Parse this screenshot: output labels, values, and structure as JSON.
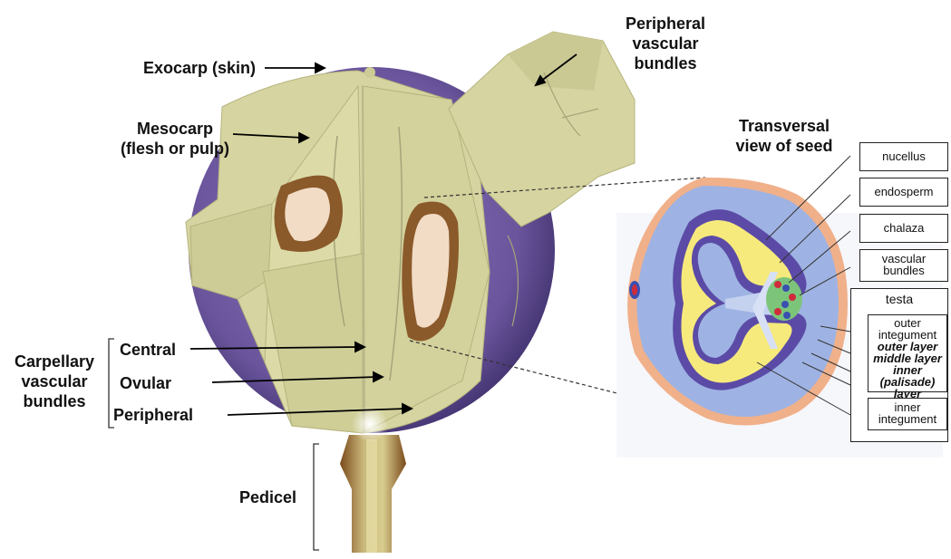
{
  "labels": {
    "exocarp": "Exocarp (skin)",
    "mesocarp_1": "Mesocarp",
    "mesocarp_2": "(flesh or pulp)",
    "peripheral_vb_1": "Peripheral",
    "peripheral_vb_2": "vascular",
    "peripheral_vb_3": "bundles",
    "transversal_1": "Transversal",
    "transversal_2": "view of seed",
    "carpellary_1": "Carpellary",
    "carpellary_2": "vascular",
    "carpellary_3": "bundles",
    "central": "Central",
    "ovular": "Ovular",
    "peripheral": "Peripheral",
    "pedicel": "Pedicel"
  },
  "seed_boxes": {
    "nucellus": "nucellus",
    "endosperm": "endosperm",
    "chalaza": "chalaza",
    "vascular_1": "vascular",
    "vascular_2": "bundles",
    "testa": "testa",
    "outer_1": "outer",
    "outer_2": "integument",
    "outer_layer": "outer layer",
    "middle_layer": "middle layer",
    "inner_palisade": "inner (palisade)",
    "layer": "layer",
    "inner_1": "inner",
    "inner_2": "integument"
  },
  "colors": {
    "flesh": "#d9d8a6",
    "flesh_dark": "#c4c28b",
    "skin": "#6d5a9a",
    "seed_brown": "#8a5a2b",
    "seed_inner": "#f2dcc6",
    "seed_endosperm": "#f7ea7c",
    "seed_blue": "#9eb3e3",
    "seed_purple": "#5b4ba6",
    "seed_testa": "#f0b08a",
    "chalaza_green": "#7cc47a"
  }
}
